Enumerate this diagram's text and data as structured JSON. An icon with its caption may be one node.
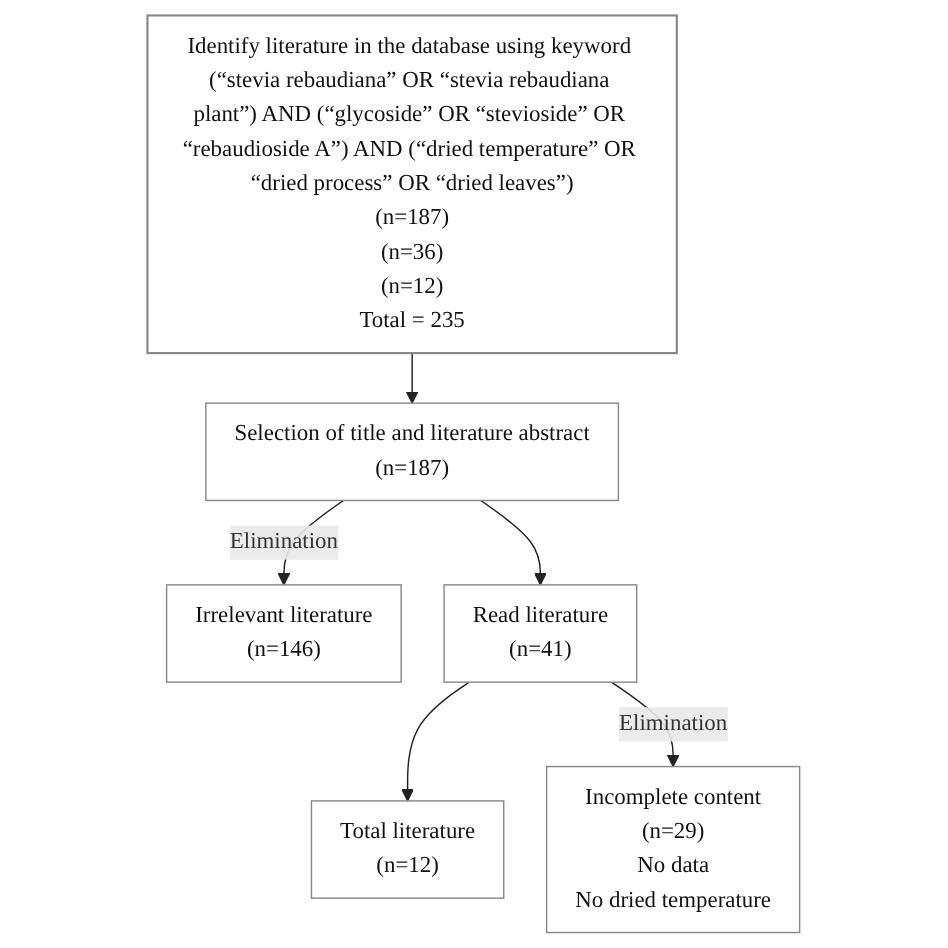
{
  "diagram": {
    "nodes": [
      {
        "text": [
          "Identify literature in the database using keyword (“stevia rebaudiana” OR “stevia rebaudiana plant”) AND (“glycoside” OR “stevioside” OR “rebaudioside A”) AND (“dried temperature” OR “dried process” OR “dried leaves”)",
          "(n=187)",
          "(n=36)",
          "(n=12)",
          "Total = 235"
        ]
      },
      {
        "text": [
          "Selection of title and literature abstract",
          "(n=187)"
        ]
      },
      {
        "text": [
          "Irrelevant literature",
          "(n=146)"
        ]
      },
      {
        "text": [
          "Read literature",
          "(n=41)"
        ]
      },
      {
        "text": [
          "Incomplete content",
          "(n=29)",
          "No data",
          "No dried temperature"
        ]
      },
      {
        "text": [
          "Total literature",
          "(n=12)"
        ]
      }
    ],
    "edges": [
      {
        "from": 0,
        "to": 1,
        "arrow": "to"
      },
      {
        "from": 1,
        "to": 3,
        "arrow": "to"
      },
      {
        "from": 1,
        "to": 2,
        "arrow": "to",
        "label": "Elimination"
      },
      {
        "from": 3,
        "to": 5,
        "arrow": "to"
      },
      {
        "from": 3,
        "to": 4,
        "arrow": "to",
        "label": "Elimination"
      }
    ]
  }
}
